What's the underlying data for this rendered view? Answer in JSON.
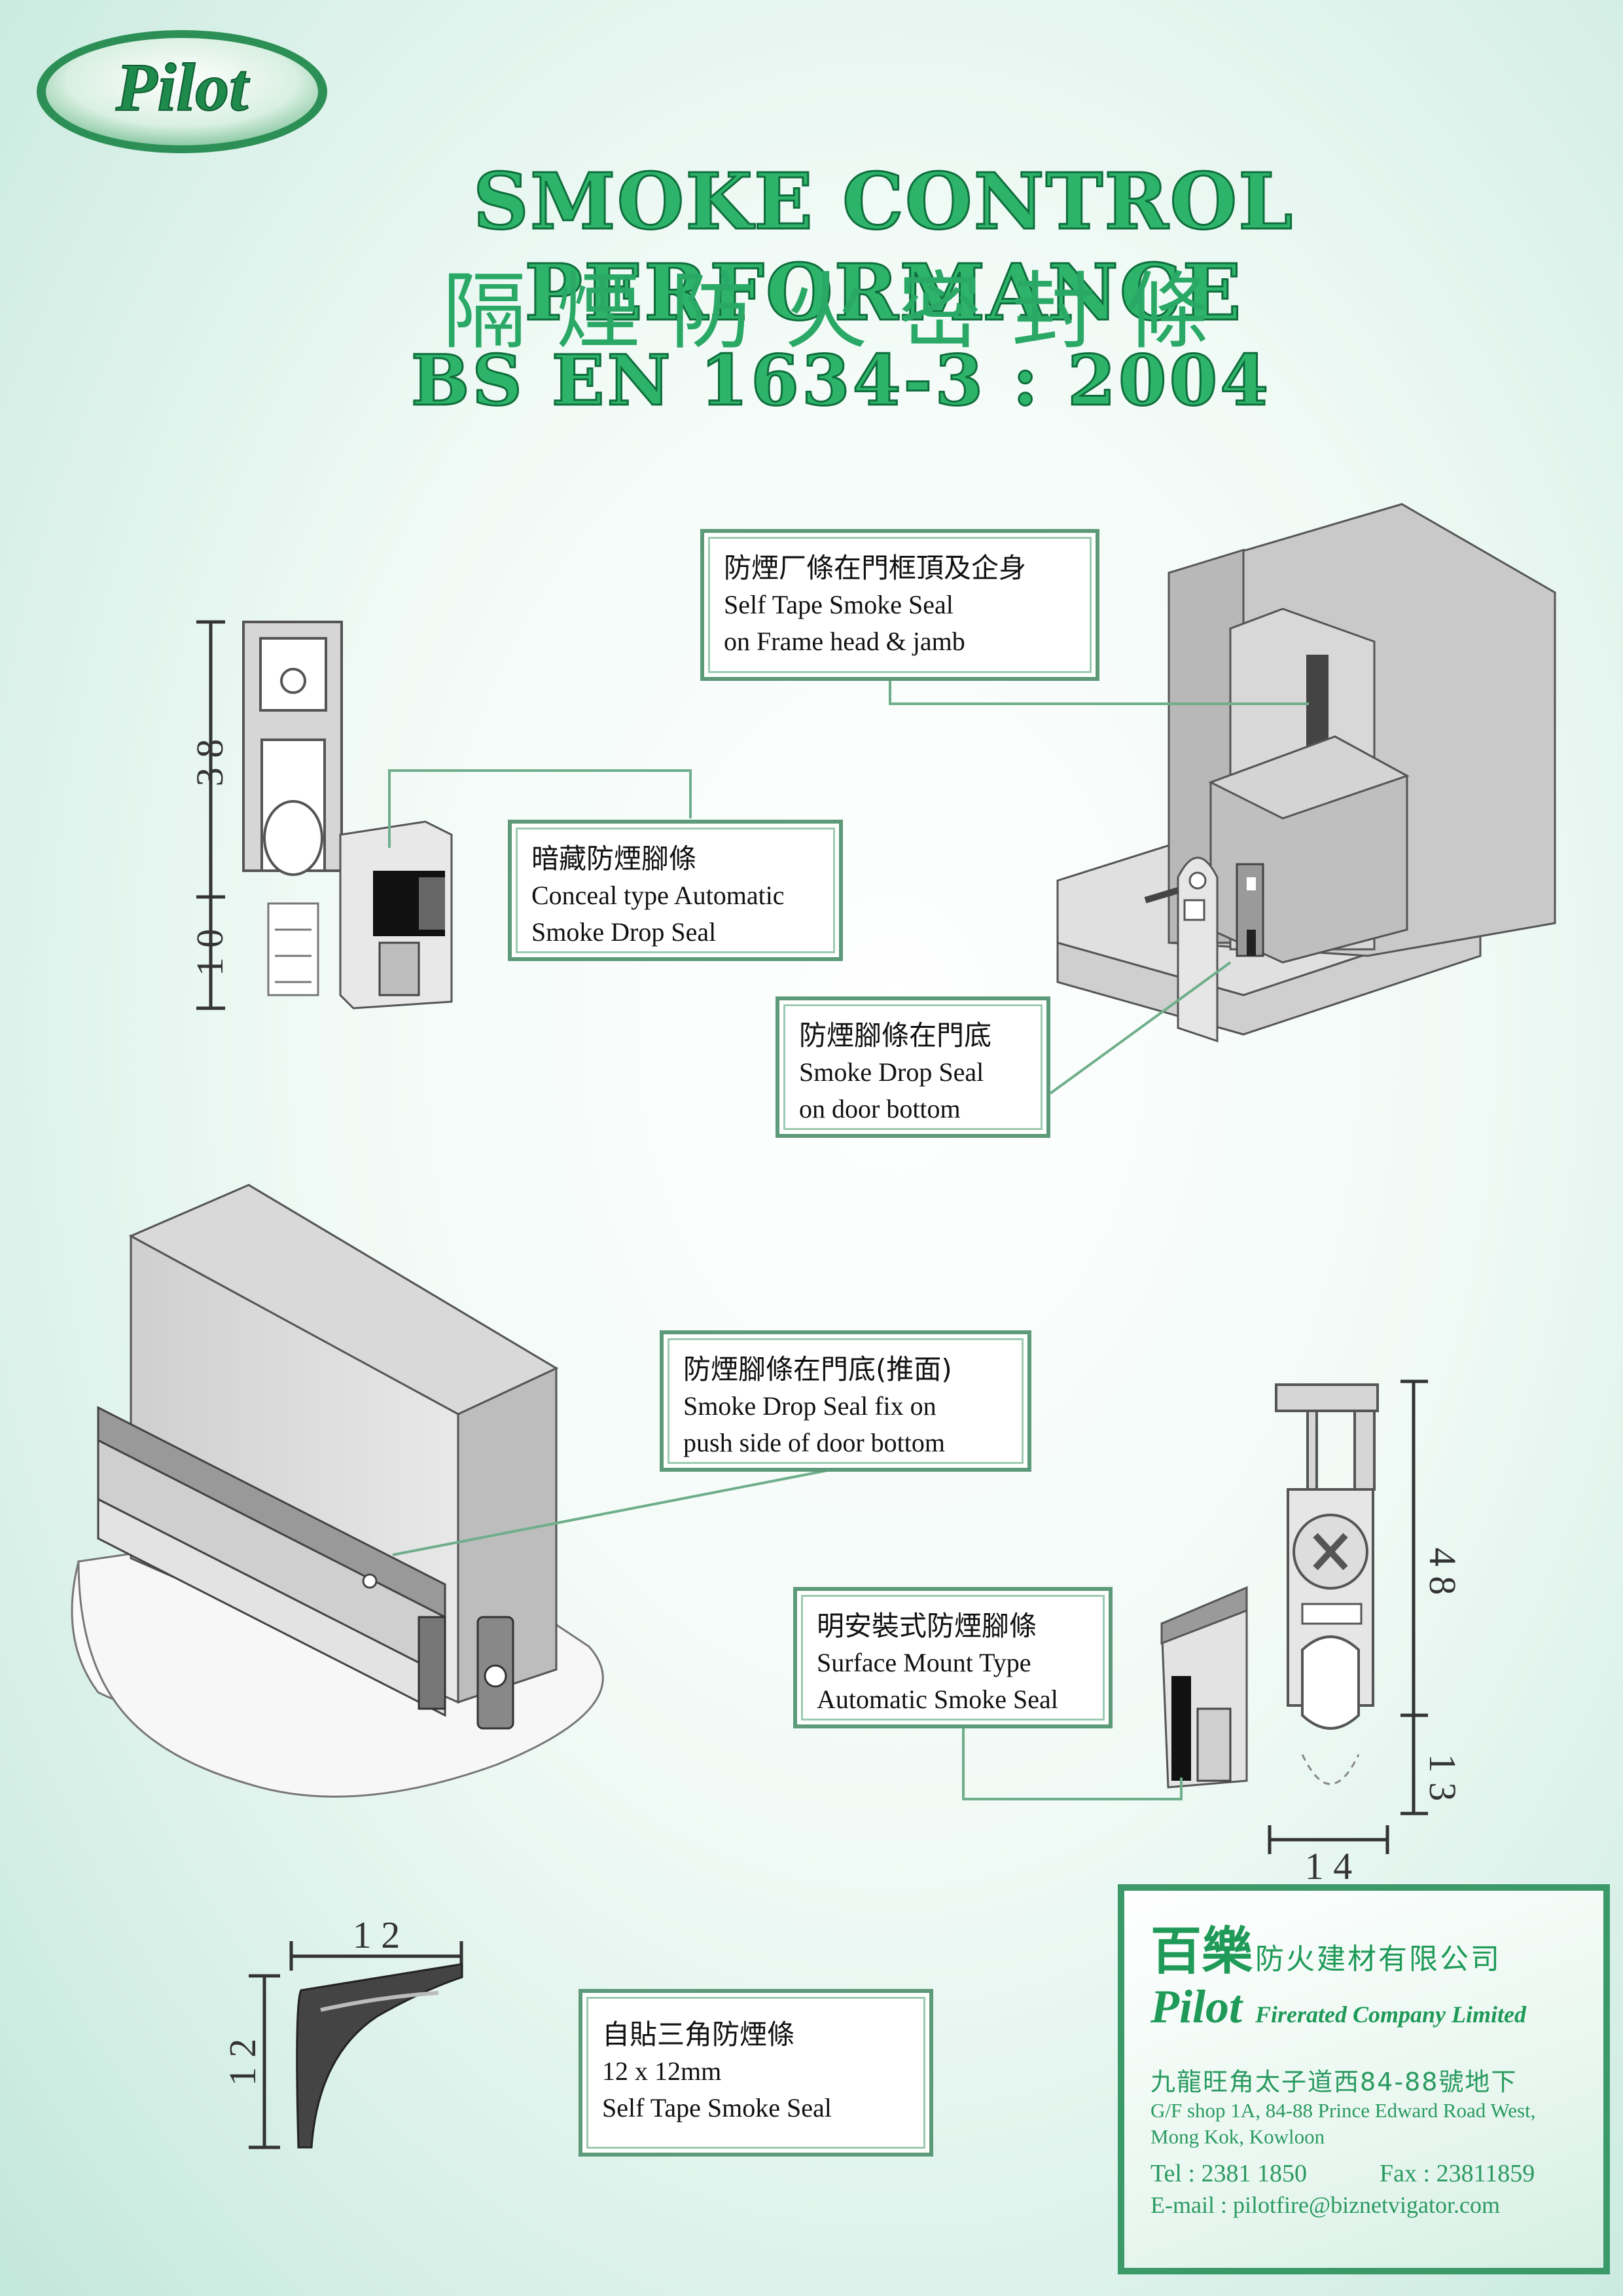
{
  "logo": {
    "text": "Pilot"
  },
  "header": {
    "title_en": "SMOKE CONTROL PERFORMANCE",
    "title_cn": "隔煙防火密封條",
    "standard": "BS EN 1634-3 : 2004"
  },
  "labels": {
    "frame_seal": {
      "cn": "防煙⼚條在門框頂及企身",
      "en1": "Self Tape Smoke Seal",
      "en2": "on Frame head & jamb"
    },
    "conceal": {
      "cn": "暗藏防煙腳條",
      "en1": "Conceal type Automatic",
      "en2": "Smoke Drop Seal"
    },
    "door_bottom": {
      "cn": "防煙腳條在門底",
      "en1": "Smoke Drop Seal",
      "en2": "on door bottom"
    },
    "push_side": {
      "cn": "防煙腳條在門底(推面)",
      "en1": "Smoke Drop Seal fix on",
      "en2": "push side of door bottom"
    },
    "surface": {
      "cn": "明安裝式防煙腳條",
      "en1": "Surface Mount Type",
      "en2": "Automatic Smoke Seal"
    },
    "triangle": {
      "cn": "自貼三角防煙條",
      "en1": "12 x 12mm",
      "en2": "Self Tape Smoke Seal"
    }
  },
  "dimensions": {
    "conceal_38": "3 8",
    "conceal_10": "1 0",
    "surface_48": "4 8",
    "surface_13": "1 3",
    "surface_14": "1 4",
    "triangle_w": "1 2",
    "triangle_h": "1 2"
  },
  "company": {
    "name_cn_big": "百樂",
    "name_cn_small": "防火建材有限公司",
    "name_pilot": "Pilot",
    "name_en": "Firerated Company Limited",
    "addr_cn": "九龍旺角太子道西84-88號地下",
    "addr_en1": "G/F shop 1A, 84-88 Prince Edward Road West,",
    "addr_en2": "Mong Kok, Kowloon",
    "tel": "Tel : 2381 1850",
    "fax": "Fax : 23811859",
    "email": "E-mail : pilotfire@biznetvigator.com"
  },
  "colors": {
    "brand_green": "#2db46a",
    "dark_green": "#0f6e3c",
    "frame_green": "#5d9a7a"
  }
}
